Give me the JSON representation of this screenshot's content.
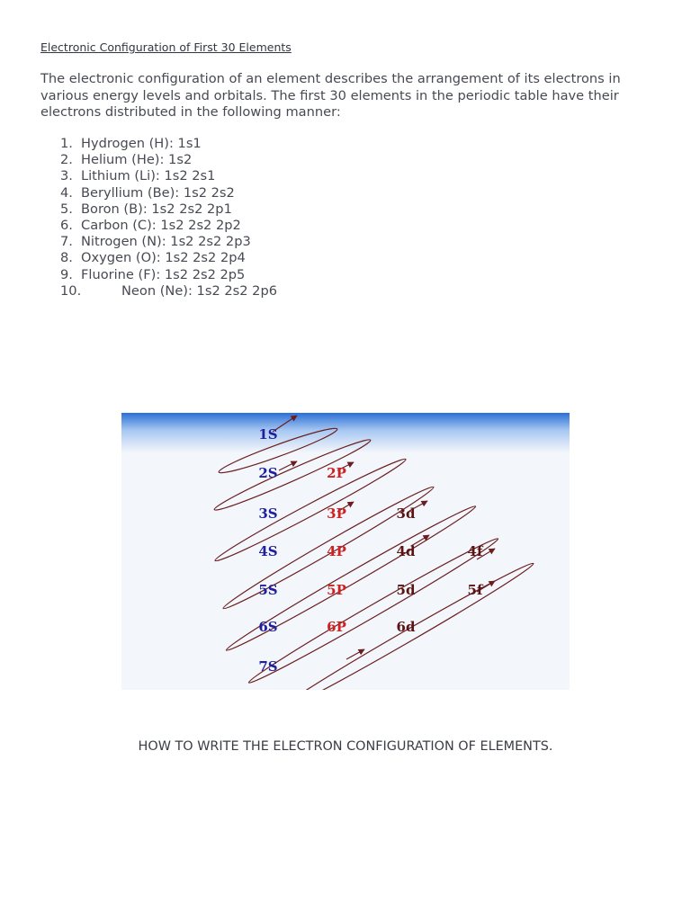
{
  "title": "Electronic Configuration of First 30 Elements",
  "intro": "The electronic configuration of an element describes the arrangement of its electrons in various energy levels and orbitals. The first 30 elements in the periodic table have their electrons distributed in the following manner:",
  "elements": [
    {
      "num": "1.",
      "text": "Hydrogen (H): 1s1"
    },
    {
      "num": "2.",
      "text": "Helium (He): 1s2"
    },
    {
      "num": "3.",
      "text": "Lithium (Li): 1s2 2s1"
    },
    {
      "num": "4.",
      "text": "Beryllium (Be): 1s2 2s2"
    },
    {
      "num": "5.",
      "text": "Boron (B): 1s2 2s2 2p1"
    },
    {
      "num": "6.",
      "text": "Carbon (C): 1s2 2s2 2p2"
    },
    {
      "num": "7.",
      "text": "Nitrogen (N): 1s2 2s2 2p3"
    },
    {
      "num": "8.",
      "text": "Oxygen (O): 1s2 2s2 2p4"
    },
    {
      "num": "9.",
      "text": "Fluorine (F): 1s2 2s2 2p5"
    },
    {
      "num": "10.",
      "text": "Neon (Ne): 1s2 2s2 2p6"
    }
  ],
  "diagram": {
    "colors": {
      "s": "#1f1fa0",
      "p": "#cc2222",
      "d_f": "#5a1414",
      "loop": "#6a1e1e",
      "header": "#2a6fd6"
    },
    "labels": {
      "s": [
        "1S",
        "2S",
        "3S",
        "4S",
        "5S",
        "6S",
        "7S"
      ],
      "p": [
        "2P",
        "3P",
        "4P",
        "5P",
        "6P"
      ],
      "d": [
        "3d",
        "4d",
        "5d",
        "6d"
      ],
      "f": [
        "4f",
        "5f"
      ]
    }
  },
  "caption": "HOW TO WRITE THE ELECTRON CONFIGURATION OF ELEMENTS."
}
